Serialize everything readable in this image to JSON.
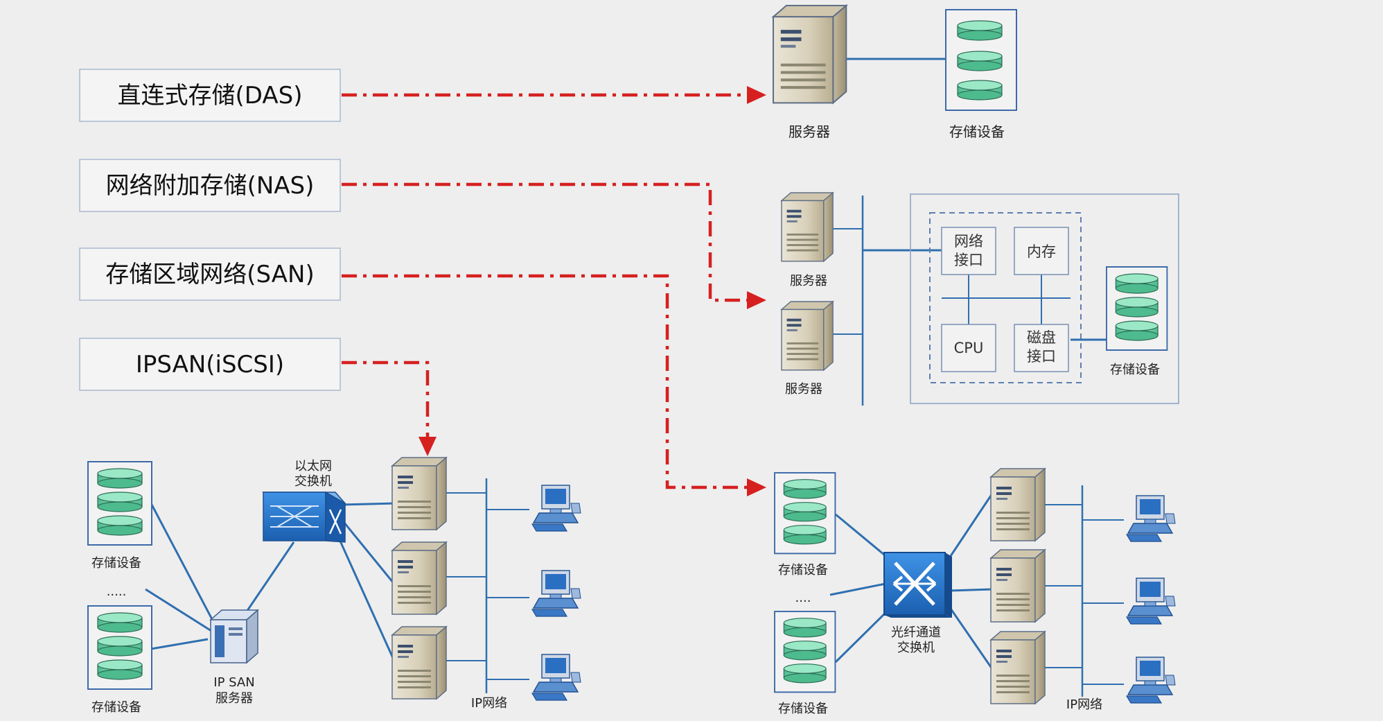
{
  "labels": {
    "das": "直连式存储(DAS)",
    "nas": "网络附加存储(NAS)",
    "san": "存储区域网络(SAN)",
    "ipsan": "IPSAN(iSCSI)"
  },
  "das": {
    "server": "服务器",
    "storage": "存储设备"
  },
  "nas": {
    "server1": "服务器",
    "server2": "服务器",
    "net_if": [
      "网络",
      "接口"
    ],
    "memory": "内存",
    "cpu": "CPU",
    "disk_if": [
      "磁盘",
      "接口"
    ],
    "storage": "存储设备"
  },
  "ipsan": {
    "storage1": "存储设备",
    "storage2": "存储设备",
    "ellipsis": ".....",
    "switch": [
      "以太网",
      "交换机"
    ],
    "server": [
      "IP SAN",
      "服务器"
    ],
    "network": "IP网络"
  },
  "san": {
    "storage1": "存储设备",
    "storage2": "存储设备",
    "ellipsis": "....",
    "switch": [
      "光纤通道",
      "交换机"
    ],
    "network": "IP网络"
  },
  "colors": {
    "arrow": "#d62020",
    "link": "#2f6fb0",
    "disk": "#5fc99d",
    "switch": "#2a7bd4"
  }
}
